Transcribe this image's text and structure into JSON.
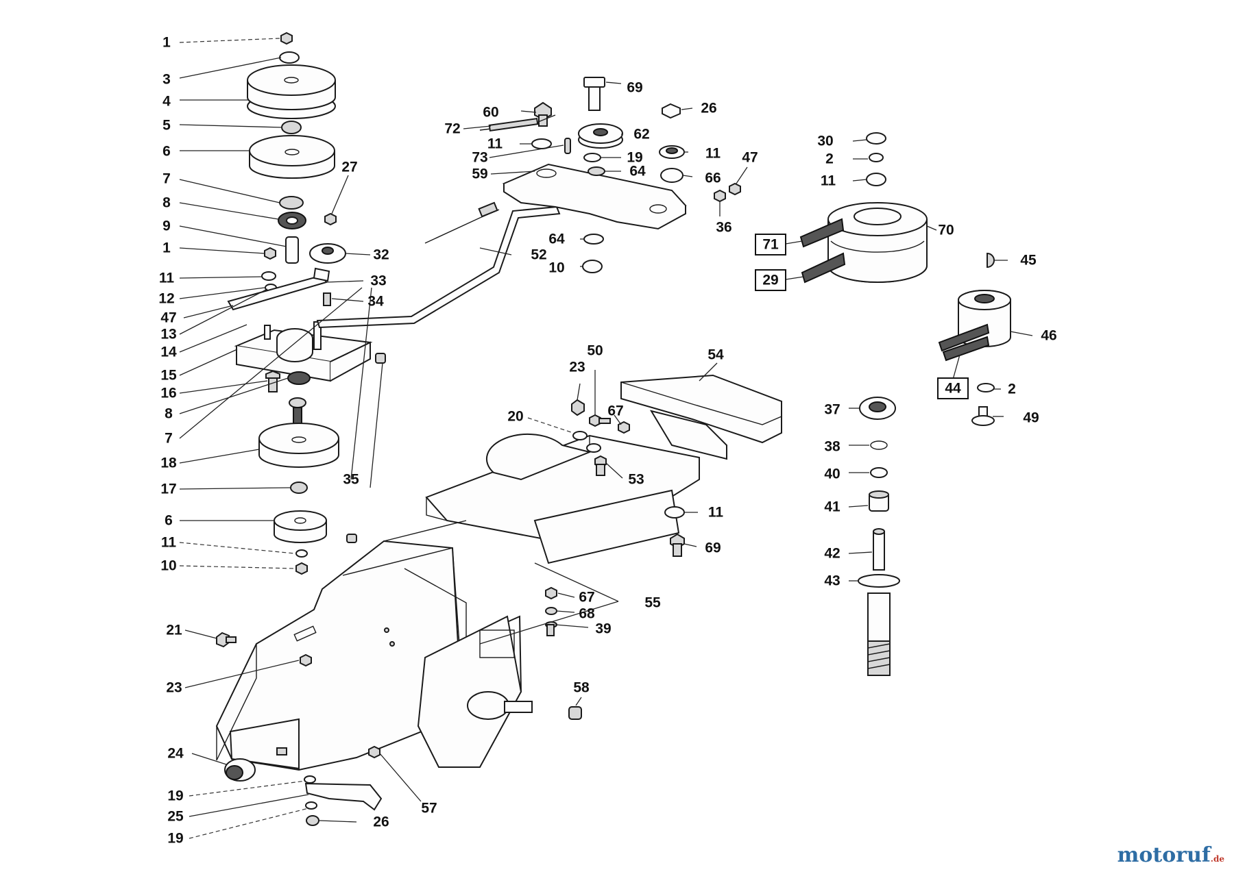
{
  "diagram": {
    "labels": {
      "l1a": "1",
      "l3": "3",
      "l4": "4",
      "l5": "5",
      "l6a": "6",
      "l7a": "7",
      "l27": "27",
      "l8a": "8",
      "l9": "9",
      "l1b": "1",
      "l32": "32",
      "l11a": "11",
      "l33": "33",
      "l12": "12",
      "l34": "34",
      "l47a": "47",
      "l13": "13",
      "l14": "14",
      "l15": "15",
      "l16": "16",
      "l8b": "8",
      "l7b": "7",
      "l18": "18",
      "l35": "35",
      "l17": "17",
      "l6b": "6",
      "l11b": "11",
      "l10a": "10",
      "l21": "21",
      "l23a": "23",
      "l24": "24",
      "l19a": "19",
      "l25": "25",
      "l19b": "19",
      "l26a": "26",
      "l57": "57",
      "l69a": "69",
      "l60": "60",
      "l72": "72",
      "l11c": "11",
      "l73": "73",
      "l59": "59",
      "l62": "62",
      "l19c": "19",
      "l64a": "64",
      "l26b": "26",
      "l11d": "11",
      "l66": "66",
      "l47b": "47",
      "l36": "36",
      "l52": "52",
      "l64b": "64",
      "l10b": "10",
      "l30": "30",
      "l2a": "2",
      "l11e": "11",
      "l70": "70",
      "l71": "71",
      "l29": "29",
      "l45": "45",
      "l46": "46",
      "l44": "44",
      "l2b": "2",
      "l49": "49",
      "l50": "50",
      "l23b": "23",
      "l54": "54",
      "l67a": "67",
      "l20": "20",
      "l53": "53",
      "l11f": "11",
      "l69b": "69",
      "l55": "55",
      "l67b": "67",
      "l68": "68",
      "l39": "39",
      "l58": "58",
      "l37": "37",
      "l38": "38",
      "l40": "40",
      "l41": "41",
      "l42": "42",
      "l43": "43"
    }
  },
  "watermark": {
    "brand": "motoruf",
    "tld": ".de"
  },
  "colors": {
    "line": "#1a1a1a",
    "watermark": "#2e6da4",
    "watermark_tld": "#c0392b"
  }
}
